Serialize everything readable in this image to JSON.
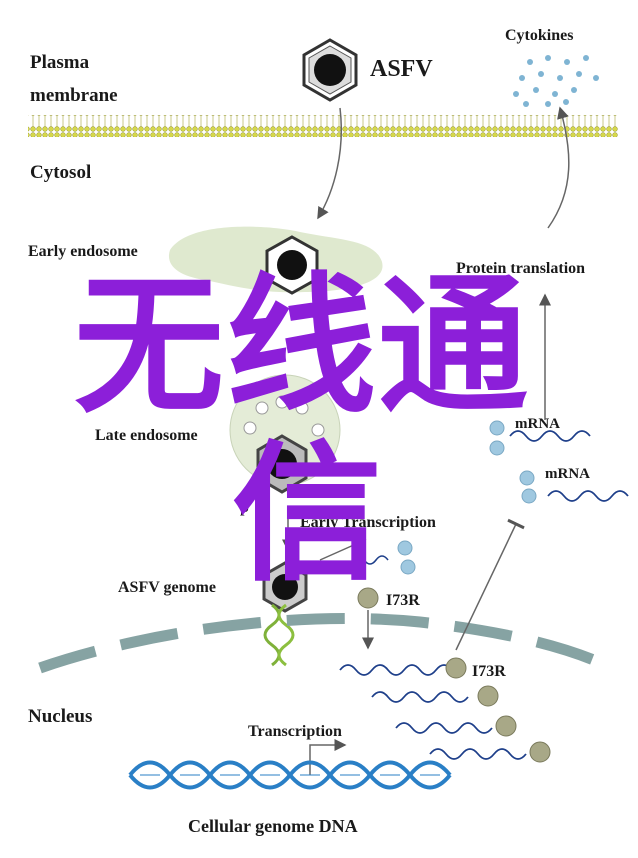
{
  "labels": {
    "plasma": "Plasma",
    "membrane": "membrane",
    "cytosol": "Cytosol",
    "asfv": "ASFV",
    "cytokines": "Cytokines",
    "early_endosome": "Early endosome",
    "protein_translation": "Protein translation",
    "late_endosome": "Late endosome",
    "p_fragment": "p",
    "mrna_1": "mRNA",
    "mrna_2": "mRNA",
    "early_transcription": "Early Transcription",
    "asfv_genome": "ASFV genome",
    "i73r_top": "I73R",
    "i73r_bottom": "I73R",
    "nucleus": "Nucleus",
    "transcription": "Transcription",
    "cellular_genome_dna": "Cellular genome DNA"
  },
  "watermark": {
    "line1": "无线通",
    "line2": "信"
  },
  "colors": {
    "membrane": "#d6d84a",
    "endosome": "#dfe9cf",
    "late_endosome": "#e4ecd7",
    "mrna_blue": "#1e3f8a",
    "protein_bead": "#a8a887",
    "blue_bead": "#9fc8e0",
    "cytokine": "#7fb4d3",
    "dna": "#2a7fc6",
    "nucleus_envelope": "#86a3a3",
    "watermark": "#8c1fd9"
  }
}
